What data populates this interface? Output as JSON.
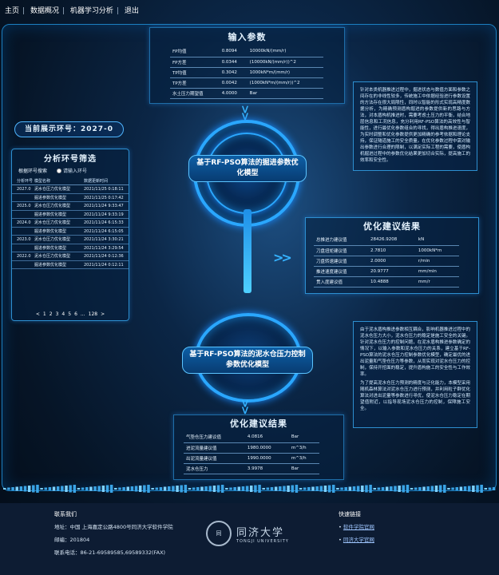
{
  "nav": {
    "items": [
      "主页",
      "数据概况",
      "机器学习分析",
      "退出"
    ]
  },
  "input_params": {
    "title": "输入参数",
    "rows": [
      [
        "FP均值",
        "0.8094",
        "10000kN/(mm/r)"
      ],
      [
        "FP方差",
        "0.0344",
        "(10000kN/(mm/r))^2"
      ],
      [
        "TP均值",
        "0.3042",
        "1000kN*m/(mm/r)"
      ],
      [
        "TP方差",
        "0.0042",
        "(1000kN*m/(mm/r))^2"
      ],
      [
        "水土压力期望值",
        "4.0000",
        "Bar"
      ]
    ]
  },
  "desc1": "针对本类机器推进过程中，掘进状态与数值方面和参数之间存在的非线性较多，传统施工中依据经验进行参数设置的方法存在很大局限性，同时以智能的形式实现高精度数据分析，为精确预测盾构掘进的参数提供新的思路与方法，对本盾构机推进时，需要考虑土压力的平衡，结合地层信息和工况信息，充分利用RF-PSO算法的高效性与智能性，进行最优化参数组合的寻找，得出盾构推进速度，为实时调整和优化参数提供更加精确的参考依据和理论支持，保证隧道施工的安全质量。在优化参数过程中需对输出参数进行合理的限制，以满足实际工程的需要，使盾构机掘进过程中的参数优化结果更加切合实际，提高施工的效率和安全性。",
  "badge": "当前展示环号：2027-0",
  "filter": {
    "title": "分析环号筛选",
    "search_label": "根据环号搜索",
    "input_placeholder": "请输入环号",
    "headers": [
      "分析环号",
      "模型名称",
      "数据更新时间"
    ],
    "groups": [
      {
        "ring": "2027.0",
        "rows": [
          [
            "泥水仓压力优化模型",
            "2021/11/25 0:18:11"
          ],
          [
            "掘进参数优化模型",
            "2021/11/25 0:17:42"
          ]
        ]
      },
      {
        "ring": "2025.0",
        "rows": [
          [
            "泥水仓压力优化模型",
            "2021/11/24 9:33:47"
          ],
          [
            "掘进参数优化模型",
            "2021/11/24 9:33:19"
          ]
        ]
      },
      {
        "ring": "2024.0",
        "rows": [
          [
            "泥水仓压力优化模型",
            "2021/11/24 6:15:33"
          ],
          [
            "掘进参数优化模型",
            "2021/11/24 6:15:05"
          ]
        ]
      },
      {
        "ring": "2023.0",
        "rows": [
          [
            "泥水仓压力优化模型",
            "2021/11/24 3:30:21"
          ],
          [
            "掘进参数优化模型",
            "2021/11/24 3:29:54"
          ]
        ]
      },
      {
        "ring": "2022.0",
        "rows": [
          [
            "泥水仓压力优化模型",
            "2021/11/24 0:12:36"
          ],
          [
            "掘进参数优化模型",
            "2021/11/24 0:12:11"
          ]
        ]
      }
    ],
    "pager": [
      "<",
      "1",
      "2",
      "3",
      "4",
      "5",
      "6",
      "...",
      "128",
      ">"
    ]
  },
  "model1": "基于RF-PSO算法的掘进参数优化模型",
  "optim1": {
    "title": "优化建议结果",
    "rows": [
      [
        "总推进力建议值",
        "28426.9208",
        "kN"
      ],
      [
        "刀盘扭矩建议值",
        "2.7810",
        "1000kN*m"
      ],
      [
        "刀盘转速建议值",
        "2.0000",
        "r/min"
      ],
      [
        "推进速度建议值",
        "20.9777",
        "mm/min"
      ],
      [
        "贯入度建议值",
        "10.4888",
        "mm/r"
      ]
    ]
  },
  "desc2a": "由于泥水盾构推进参数相互耦合，影响机器推进过程中的泥水仓压力大小，泥水仓压力的稳定是施工安全的关键。针对泥水仓压力的控制问题，在泥水盾构推进参数确定的情况下，以输入参数和泥水仓压力的关系，建立基于RF-PSO算法的泥水仓压力控制参数优化模型，确定最优的进出泥量和气垫仓压力等参数，从而实现对泥水仓压力的控制，保持开挖面的稳定，提升盾构施工的安全性与工作效率。",
  "desc2b": "为了提高泥水仓压力预测的精度与泛化能力，本模型采用随机森林算法对泥水仓压力进行预测，并利用粒子群优化算法对进出泥量等参数进行寻优，使泥水仓压力稳定在期望值附近，以指导现场泥水仓压力的控制，保障施工安全。",
  "model2": "基于RF-PSO算法的泥水仓压力控制参数优化模型",
  "optim2": {
    "title": "优化建议结果",
    "rows": [
      [
        "气垫仓压力建议值",
        "4.0816",
        "Bar"
      ],
      [
        "进泥流量建议值",
        "1980.0000",
        "m^3/h"
      ],
      [
        "出泥流量建议值",
        "1990.0000",
        "m^3/h"
      ],
      [
        "泥水仓压力",
        "3.9978",
        "Bar"
      ]
    ]
  },
  "footer": {
    "contact_title": "联系我们",
    "address": "地址：中国 上海嘉定公路4800号同济大学软件学院",
    "postcode": "邮编：201804",
    "phone": "联系电话：86-21-69589585,69589332(FAX)",
    "logo_cn": "同济大学",
    "logo_en": "TONGJI UNIVERSITY",
    "links_title": "快速链接",
    "links": [
      "软件学院官网",
      "同济大学官网"
    ]
  },
  "colors": {
    "accent": "#2aa7ff",
    "panel_border": "#2d8fd0",
    "footer_bg": "#0d1c33"
  }
}
